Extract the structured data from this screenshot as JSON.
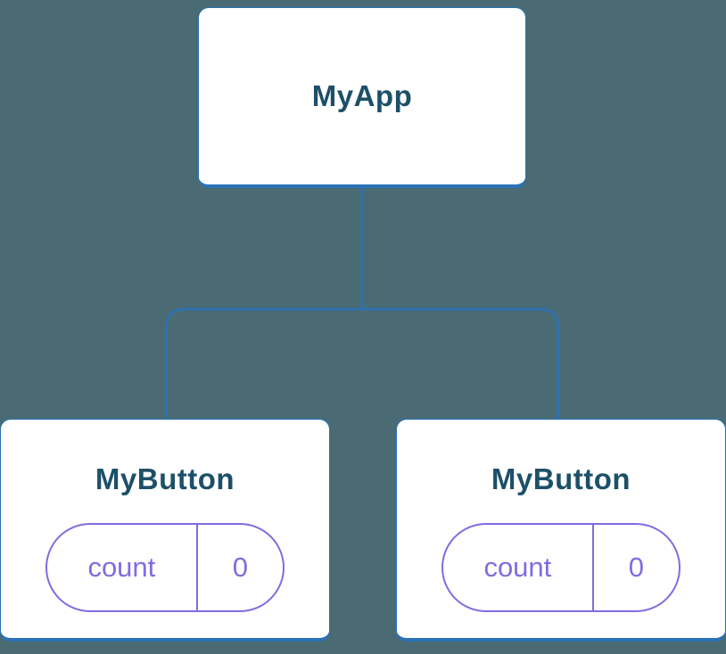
{
  "tree": {
    "root": {
      "label": "MyApp"
    },
    "children": [
      {
        "label": "MyButton",
        "state": {
          "key": "count",
          "value": "0"
        }
      },
      {
        "label": "MyButton",
        "state": {
          "key": "count",
          "value": "0"
        }
      }
    ]
  },
  "colors": {
    "background": "#4a6b74",
    "connector_blue": "#2b72b8",
    "component_text": "#1d5068",
    "state_purple": "#7d6ee0",
    "card_background": "#ffffff"
  }
}
